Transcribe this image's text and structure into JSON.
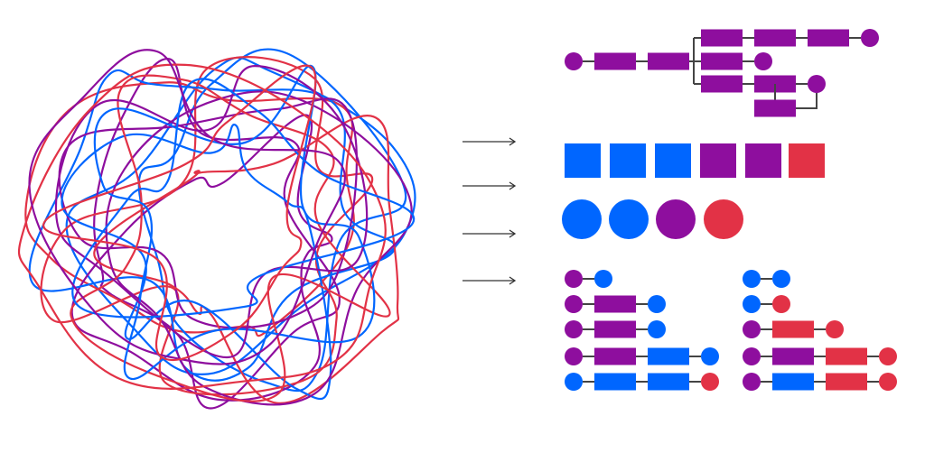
{
  "colors": {
    "blue": "#0066ff",
    "purple": "#8e0e9e",
    "red": "#e23246",
    "connector": "#444444",
    "arrow": "#333333"
  },
  "tangle": {
    "strand_colors": [
      "blue",
      "purple",
      "red"
    ],
    "strand_count": 18
  },
  "arrows": 4,
  "tree": {
    "trunk": [
      {
        "s": "c",
        "c": "purple"
      },
      {
        "s": "r",
        "c": "purple"
      },
      {
        "s": "r",
        "c": "purple"
      }
    ],
    "branches": [
      [
        {
          "s": "r",
          "c": "purple"
        },
        {
          "s": "r",
          "c": "purple"
        },
        {
          "s": "r",
          "c": "purple"
        },
        {
          "s": "c",
          "c": "purple"
        }
      ],
      [
        {
          "s": "r",
          "c": "purple"
        },
        {
          "s": "c",
          "c": "purple"
        }
      ],
      [
        {
          "s": "r",
          "c": "purple"
        },
        {
          "s": "r",
          "c": "purple"
        },
        {
          "s": "c",
          "c": "purple"
        }
      ]
    ],
    "sub_node": {
      "s": "r",
      "c": "purple"
    }
  },
  "squares": [
    "blue",
    "blue",
    "blue",
    "purple",
    "purple",
    "red"
  ],
  "circles": [
    "blue",
    "blue",
    "purple",
    "red"
  ],
  "sequence_groups": [
    [
      [
        {
          "s": "c",
          "c": "purple"
        },
        {
          "s": "c",
          "c": "blue"
        }
      ],
      [
        {
          "s": "c",
          "c": "purple"
        },
        {
          "s": "r",
          "c": "purple"
        },
        {
          "s": "c",
          "c": "blue"
        }
      ],
      [
        {
          "s": "c",
          "c": "purple"
        },
        {
          "s": "r",
          "c": "purple"
        },
        {
          "s": "c",
          "c": "blue"
        }
      ],
      [
        {
          "s": "c",
          "c": "purple"
        },
        {
          "s": "r",
          "c": "purple"
        },
        {
          "s": "r",
          "c": "blue"
        },
        {
          "s": "c",
          "c": "blue"
        }
      ],
      [
        {
          "s": "c",
          "c": "blue"
        },
        {
          "s": "r",
          "c": "blue"
        },
        {
          "s": "r",
          "c": "blue"
        },
        {
          "s": "c",
          "c": "red"
        }
      ]
    ],
    [
      [
        {
          "s": "c",
          "c": "blue"
        },
        {
          "s": "c",
          "c": "blue"
        }
      ],
      [
        {
          "s": "c",
          "c": "blue"
        },
        {
          "s": "c",
          "c": "red"
        }
      ],
      [
        {
          "s": "c",
          "c": "purple"
        },
        {
          "s": "r",
          "c": "red"
        },
        {
          "s": "c",
          "c": "red"
        }
      ],
      [
        {
          "s": "c",
          "c": "purple"
        },
        {
          "s": "r",
          "c": "purple"
        },
        {
          "s": "r",
          "c": "red"
        },
        {
          "s": "c",
          "c": "red"
        }
      ],
      [
        {
          "s": "c",
          "c": "purple"
        },
        {
          "s": "r",
          "c": "blue"
        },
        {
          "s": "r",
          "c": "red"
        },
        {
          "s": "c",
          "c": "red"
        }
      ]
    ]
  ]
}
